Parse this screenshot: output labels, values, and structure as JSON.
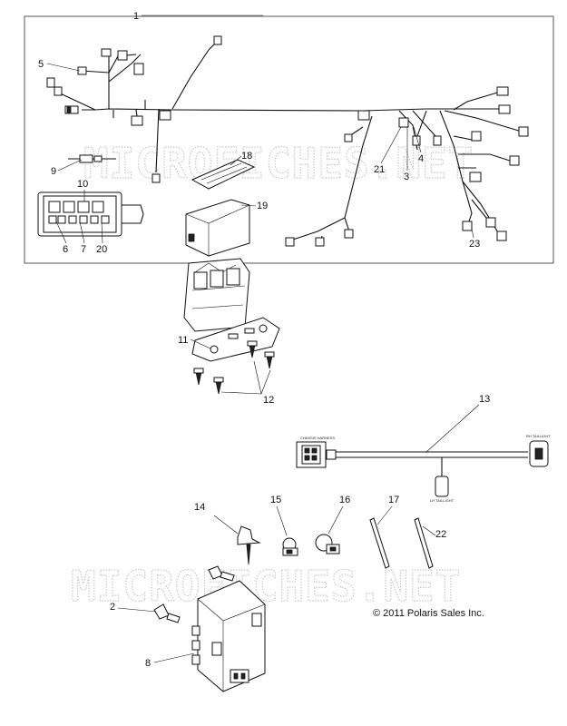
{
  "watermark": "MICROFICHES.NET",
  "copyright": "© 2011 Polaris Sales Inc.",
  "callouts": {
    "c1": "1",
    "c2": "2",
    "c3": "3",
    "c4": "4",
    "c5": "5",
    "c6": "6",
    "c7": "7",
    "c8": "8",
    "c9": "9",
    "c10": "10",
    "c11": "11",
    "c12": "12",
    "c13": "13",
    "c14": "14",
    "c15": "15",
    "c16": "16",
    "c17": "17",
    "c18": "18",
    "c19": "19",
    "c20": "20",
    "c21": "21",
    "c22": "22",
    "c23": "23"
  },
  "harness_labels": {
    "left_connector": "CHASSIS HARNESS",
    "right_connector": "RH TAILLIGHT",
    "lower_connector": "LH TAILLIGHT"
  },
  "icons": {
    "main_harness": "wire-harness-icon",
    "fuse_box": "fuse-box-icon",
    "relay_cover": "relay-cover-icon",
    "fuse_label": "fuse-label-icon",
    "relay_bracket": "relay-bracket-icon",
    "screws": "screw-icon",
    "tail_harness": "tail-light-harness-icon",
    "clip": "push-clip-icon",
    "clamp": "p-clamp-icon",
    "cable_tie": "cable-tie-icon",
    "ecu": "ecu-module-icon",
    "pin": "push-pin-icon"
  }
}
